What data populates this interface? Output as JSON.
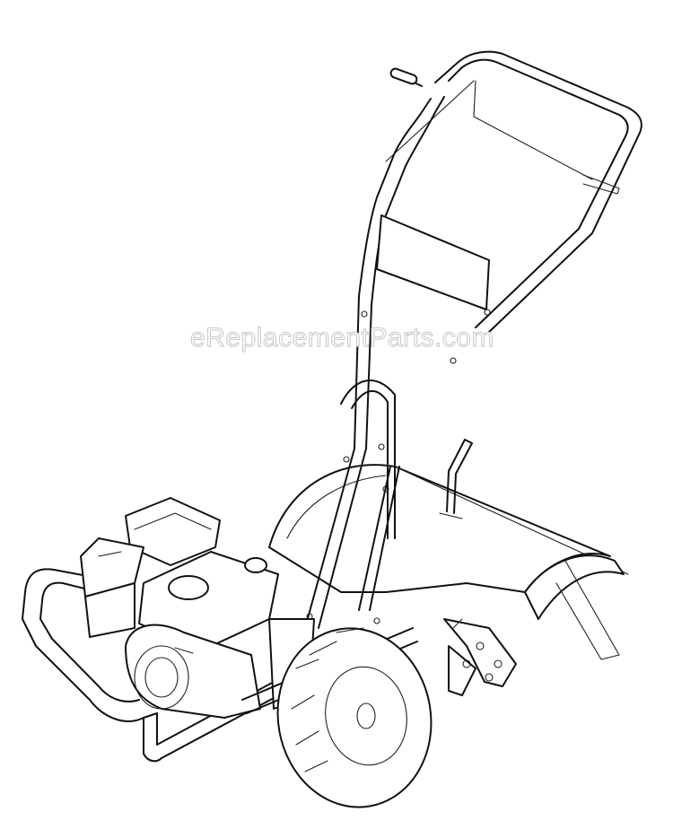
{
  "figure": {
    "subject": "Rear-tine garden tiller line drawing",
    "watermark": "eReplacementParts.com",
    "colors": {
      "line": "#111111",
      "background": "#ffffff",
      "watermark": "#c8c8c8"
    }
  },
  "components": [
    {
      "id": "handlebar",
      "label": "Handlebar assembly"
    },
    {
      "id": "engine",
      "label": "Engine"
    },
    {
      "id": "fuel-cap",
      "label": "Fuel cap"
    },
    {
      "id": "oil-cap",
      "label": "Oil fill cap"
    },
    {
      "id": "bumper",
      "label": "Front bumper frame"
    },
    {
      "id": "wheel",
      "label": "Drive wheel"
    },
    {
      "id": "tine-hood",
      "label": "Tine hood / shield"
    },
    {
      "id": "tines",
      "label": "Tine assembly"
    },
    {
      "id": "depth-bar",
      "label": "Depth regulator lever"
    }
  ]
}
